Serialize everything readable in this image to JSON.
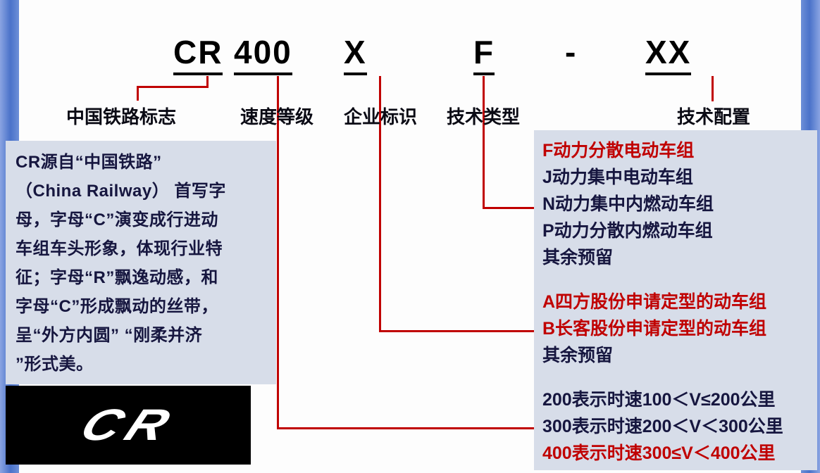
{
  "title": {
    "segments": [
      {
        "text": "CR"
      },
      {
        "text": "400"
      },
      {
        "text": "X"
      },
      {
        "text": "F"
      },
      {
        "text": "-"
      },
      {
        "text": "XX"
      }
    ]
  },
  "labels": [
    {
      "text": "中国铁路标志"
    },
    {
      "text": "速度等级"
    },
    {
      "text": "企业标识"
    },
    {
      "text": "技术类型"
    },
    {
      "text": "技术配置"
    }
  ],
  "left_panel": {
    "text": "CR源自“中国铁路”\n（China Railway） 首写字\n母，字母“C”演变成行进动\n车组车头形象，体现行业特\n征；字母“R”飘逸动感，和\n字母“C”形成飘动的丝带，\n呈“外方内圆” “刚柔并济\n”形式美。"
  },
  "logo": {
    "text": "CR"
  },
  "right_panel": {
    "groups": [
      {
        "items": [
          {
            "text": "F动力分散电动车组",
            "red": true
          },
          {
            "text": "J动力集中电动车组",
            "red": false
          },
          {
            "text": "N动力集中内燃动车组",
            "red": false
          },
          {
            "text": "P动力分散内燃动车组",
            "red": false
          },
          {
            "text": "其余预留",
            "red": false
          }
        ]
      },
      {
        "items": [
          {
            "text": "A四方股份申请定型的动车组",
            "red": true
          },
          {
            "text": "B长客股份申请定型的动车组",
            "red": true
          },
          {
            "text": "其余预留",
            "red": false
          }
        ]
      },
      {
        "items": [
          {
            "text": "200表示时速100＜V≤200公里",
            "red": false
          },
          {
            "text": "300表示时速200＜V＜300公里",
            "red": false
          },
          {
            "text": "400表示时速300≤V＜400公里",
            "red": true
          }
        ]
      }
    ]
  },
  "colors": {
    "accent_red": "#c00000",
    "panel_bg": "#d7dde9",
    "text_dark": "#16163f",
    "edge_blue": "#4a72c9"
  }
}
